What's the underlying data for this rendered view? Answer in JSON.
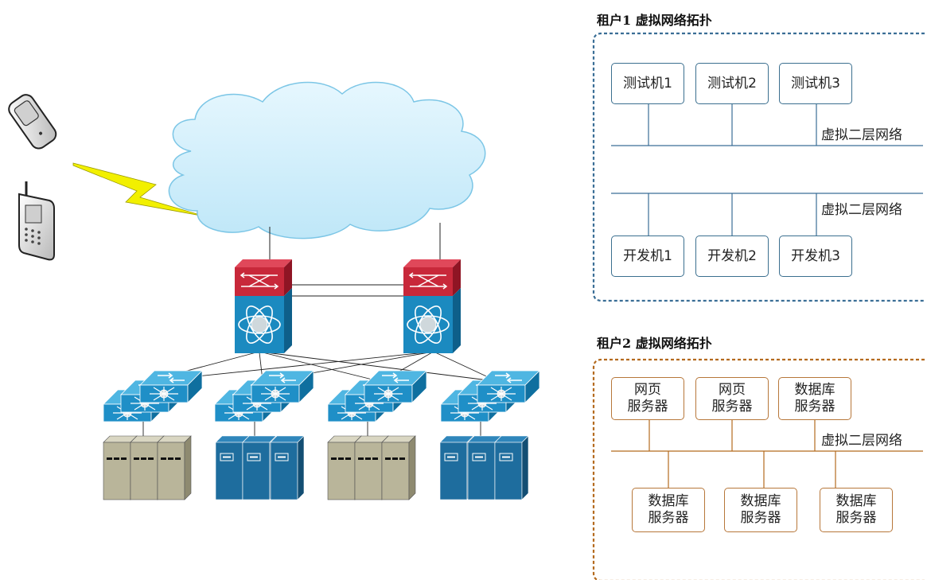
{
  "tenant1": {
    "title": "租户1 虚拟网络拓扑",
    "test_machines": [
      "测试机1",
      "测试机2",
      "测试机3"
    ],
    "dev_machines": [
      "开发机1",
      "开发机2",
      "开发机3"
    ],
    "network_label_top": "虚拟二层网络",
    "network_label_bottom": "虚拟二层网络"
  },
  "tenant2": {
    "title": "租户2 虚拟网络拓扑",
    "top_servers": [
      {
        "line1": "网页",
        "line2": "服务器"
      },
      {
        "line1": "网页",
        "line2": "服务器"
      },
      {
        "line1": "数据库",
        "line2": "服务器"
      }
    ],
    "bottom_servers": [
      {
        "line1": "数据库",
        "line2": "服务器"
      },
      {
        "line1": "数据库",
        "line2": "服务器"
      },
      {
        "line1": "数据库",
        "line2": "服务器"
      }
    ],
    "network_label": "虚拟二层网络"
  },
  "colors": {
    "tenant1_border": "#3a6e96",
    "tenant2_border": "#b46a1e",
    "core_switch_red": "#c8283a",
    "core_switch_blue": "#1b8ac0",
    "access_switch_blue": "#2b9ad0",
    "server_beige": "#b9b59a",
    "server_blue": "#1e6d9e",
    "cloud_fill": "#cfeefb",
    "cloud_stroke": "#7cc6e6",
    "lightning": "#f2f000"
  },
  "icons": [
    "flip-phone-icon",
    "mobile-phone-icon",
    "lightning-bolt-icon",
    "cloud-icon",
    "core-switch-icon",
    "access-switch-icon",
    "server-rack-icon"
  ]
}
